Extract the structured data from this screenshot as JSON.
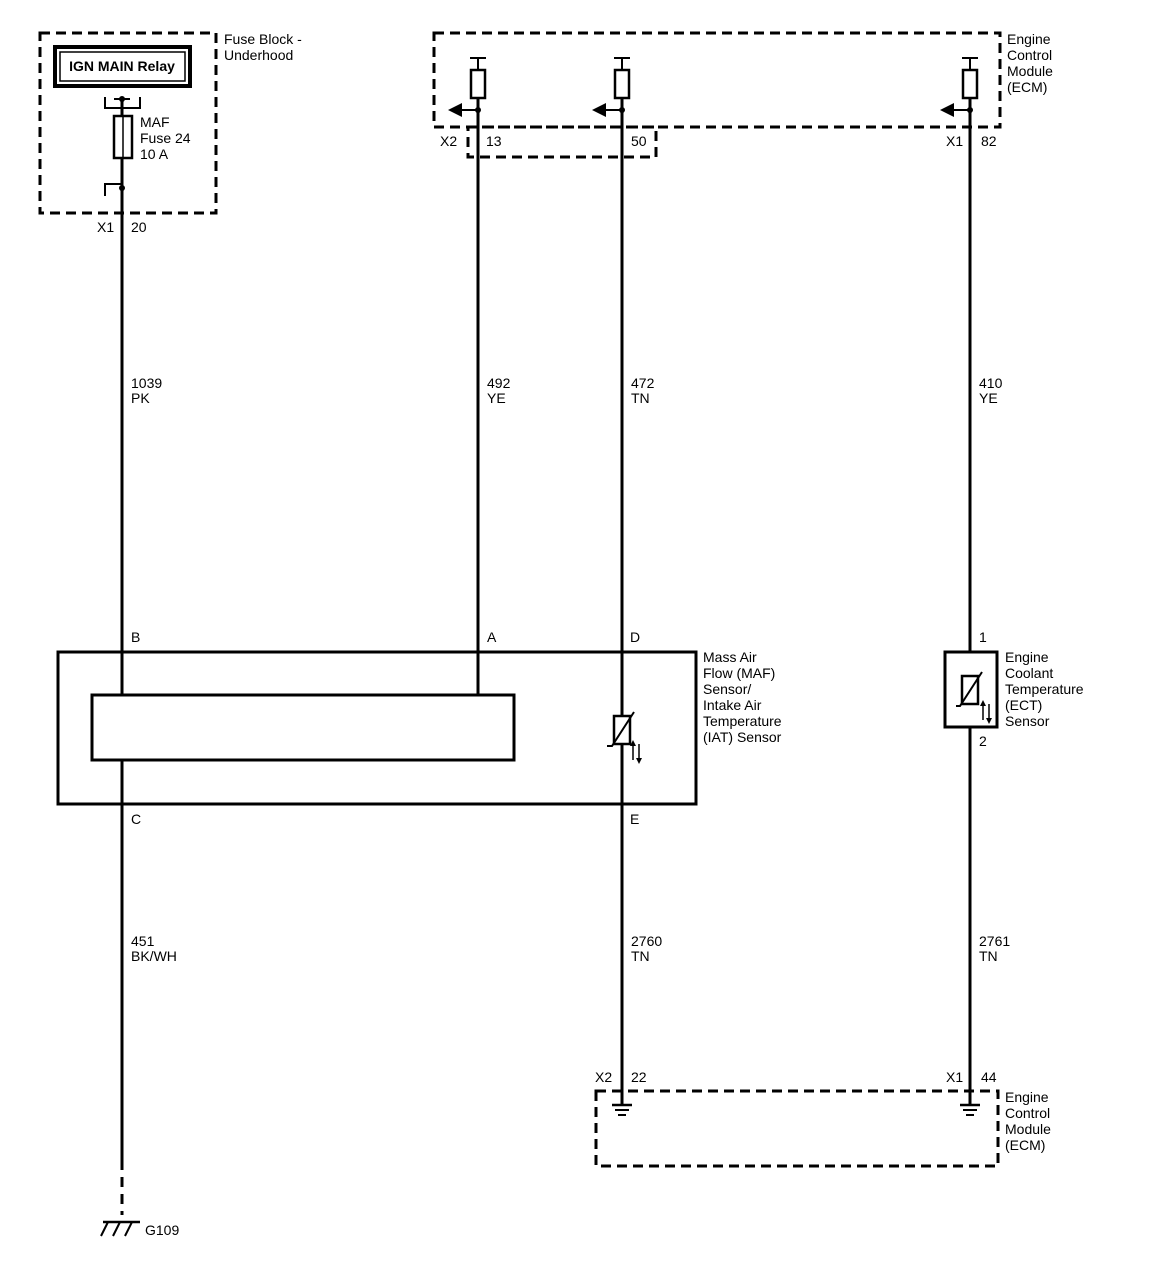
{
  "fuse_block": {
    "title_line1": "Fuse Block -",
    "title_line2": "Underhood",
    "relay_label": "IGN MAIN Relay",
    "fuse_line1": "MAF",
    "fuse_line2": "Fuse 24",
    "fuse_line3": "10 A",
    "connector": "X1",
    "pin": "20"
  },
  "ecm_top": {
    "line1": "Engine",
    "line2": "Control",
    "line3": "Module",
    "line4": "(ECM)",
    "x2_label": "X2",
    "pin_13": "13",
    "pin_50": "50",
    "x1_label": "X1",
    "pin_82": "82"
  },
  "wires": {
    "w1039_num": "1039",
    "w1039_color": "PK",
    "w492_num": "492",
    "w492_color": "YE",
    "w472_num": "472",
    "w472_color": "TN",
    "w410_num": "410",
    "w410_color": "YE",
    "w451_num": "451",
    "w451_color": "BK/WH",
    "w2760_num": "2760",
    "w2760_color": "TN",
    "w2761_num": "2761",
    "w2761_color": "TN"
  },
  "maf_sensor": {
    "pin_b": "B",
    "pin_a": "A",
    "pin_d": "D",
    "pin_c": "C",
    "pin_e": "E",
    "line1": "Mass Air",
    "line2": "Flow (MAF)",
    "line3": "Sensor/",
    "line4": "Intake Air",
    "line5": "Temperature",
    "line6": "(IAT) Sensor"
  },
  "ect_sensor": {
    "pin_1": "1",
    "pin_2": "2",
    "line1": "Engine",
    "line2": "Coolant",
    "line3": "Temperature",
    "line4": "(ECT)",
    "line5": "Sensor"
  },
  "ecm_bottom": {
    "x2_label": "X2",
    "pin_22": "22",
    "x1_label": "X1",
    "pin_44": "44",
    "line1": "Engine",
    "line2": "Control",
    "line3": "Module",
    "line4": "(ECM)"
  },
  "ground": {
    "label": "G109"
  }
}
